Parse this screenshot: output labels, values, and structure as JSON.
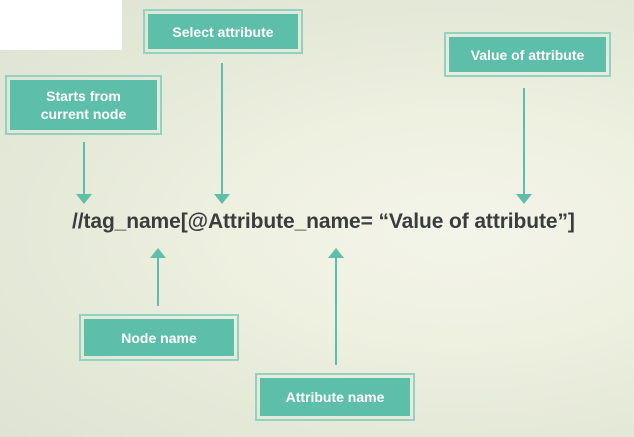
{
  "diagram": {
    "labels": {
      "select_attribute": "Select attribute",
      "value_of_attribute": "Value of attribute",
      "starts_from_current_node": "Starts from\ncurrent node",
      "node_name": "Node name",
      "attribute_name": "Attribute name"
    },
    "expression": "//tag_name[@Attribute_name= “Value of attribute”]"
  },
  "colors": {
    "box_fill": "#5dbfaa",
    "box_outline": "#8fd3c4",
    "arrow": "#5dbfaa",
    "expression_text": "#3a3d3d"
  }
}
